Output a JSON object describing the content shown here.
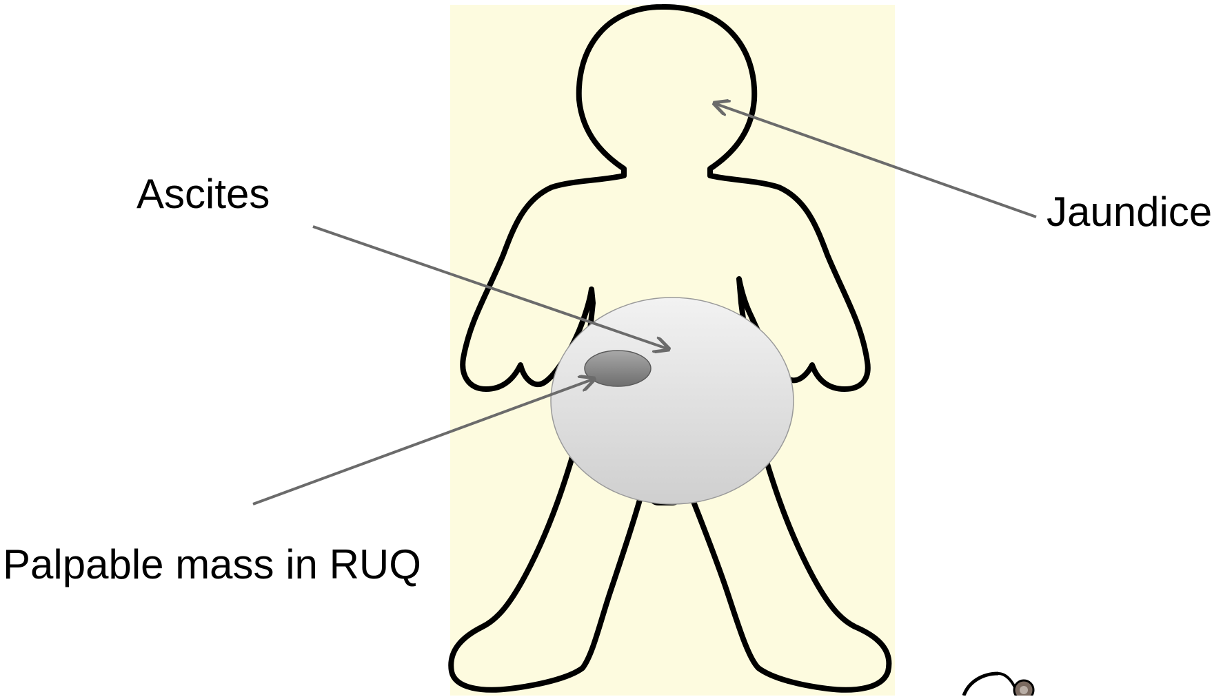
{
  "labels": {
    "ascites": "Ascites",
    "jaundice": "Jaundice",
    "palpable_mass": "Palpable mass in RUQ"
  },
  "colors": {
    "background_panel": "#fdfbdf",
    "outline": "#000000",
    "arrow": "#6b6b6b",
    "abdomen_fill_light": "#f2f2f2",
    "abdomen_fill_dark": "#cfcfcf",
    "mass_fill_light": "#a8a8a8",
    "mass_fill_dark": "#6e6e6e"
  },
  "icons": {
    "corner_decoration": "stethoscope-icon"
  }
}
